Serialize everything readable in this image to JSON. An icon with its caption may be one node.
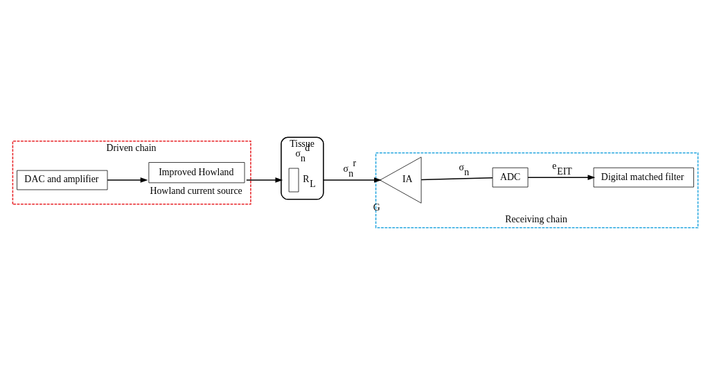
{
  "diagram": {
    "nodes": [
      {
        "text": [
          "Driven chain"
        ]
      },
      {
        "text": [
          "DAC and amplifier"
        ],
        "in": 0
      },
      {
        "text": [
          "Improved Howland"
        ],
        "in": 0,
        "beside": [
          "Howland current source"
        ]
      },
      {
        "text": [
          "Tissue",
          "σ$_{n}$$^{d}$"
        ]
      },
      {
        "text": [],
        "shape": "box",
        "in": 3,
        "beside": [
          "R$_{L}$"
        ]
      },
      {
        "text": [
          "Receiving chain"
        ]
      },
      {
        "text": [
          "Digital matched filter"
        ],
        "in": 5
      },
      {
        "text": [
          "ADC"
        ],
        "in": 5
      },
      {
        "text": [
          "IA"
        ],
        "in": 5,
        "beside": [
          "G"
        ]
      }
    ],
    "edges": [
      {
        "from": 1,
        "to": 2,
        "arrow": "to"
      },
      {
        "from": 2,
        "to": 3,
        "arrow": "to"
      },
      {
        "from": 3,
        "to": 8,
        "arrow": "to",
        "label": "σ$_{n}$$^{r}$"
      },
      {
        "from": 8,
        "to": 7,
        "arrow": "none",
        "label": "σ$_{n}$"
      },
      {
        "from": 7,
        "to": 6,
        "arrow": "to",
        "label": "e$_{EIT}$"
      }
    ]
  }
}
